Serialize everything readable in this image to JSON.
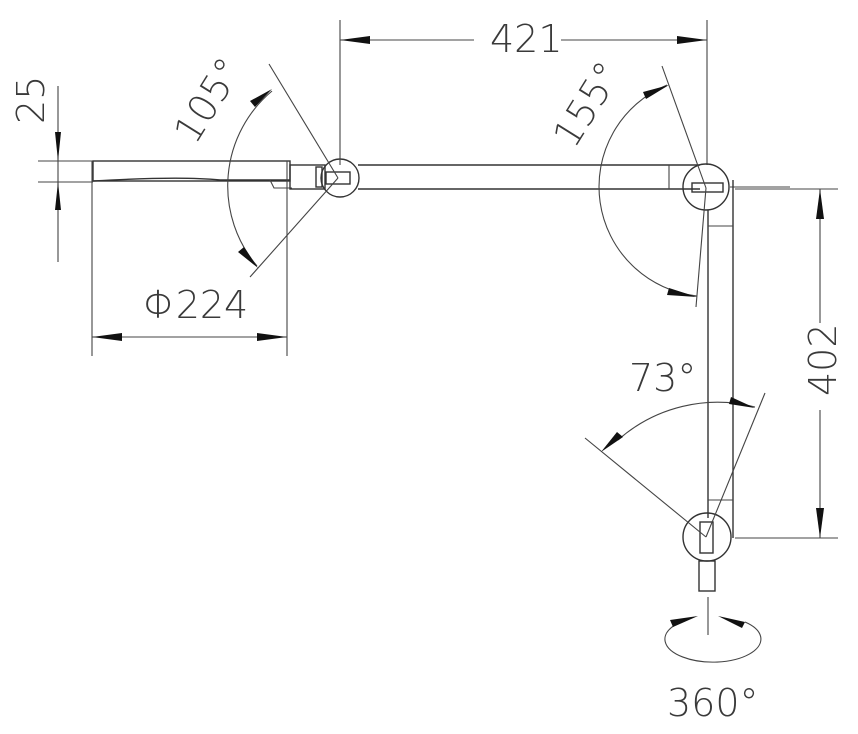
{
  "drawing": {
    "type": "technical-dimension-drawing",
    "subject": "articulated lamp arm",
    "line_color": "#333333",
    "background": "#ffffff"
  },
  "dimensions": {
    "head_thickness": {
      "label": "25",
      "orientation": "vertical"
    },
    "head_rotation": {
      "label": "105°"
    },
    "head_diameter": {
      "label": "Φ224"
    },
    "upper_arm_length": {
      "label": "421"
    },
    "elbow_rotation": {
      "label": "155°"
    },
    "lower_arm_length": {
      "label": "402",
      "orientation": "vertical"
    },
    "base_joint_rotation": {
      "label": "73°"
    },
    "base_swivel": {
      "label": "360°"
    }
  }
}
